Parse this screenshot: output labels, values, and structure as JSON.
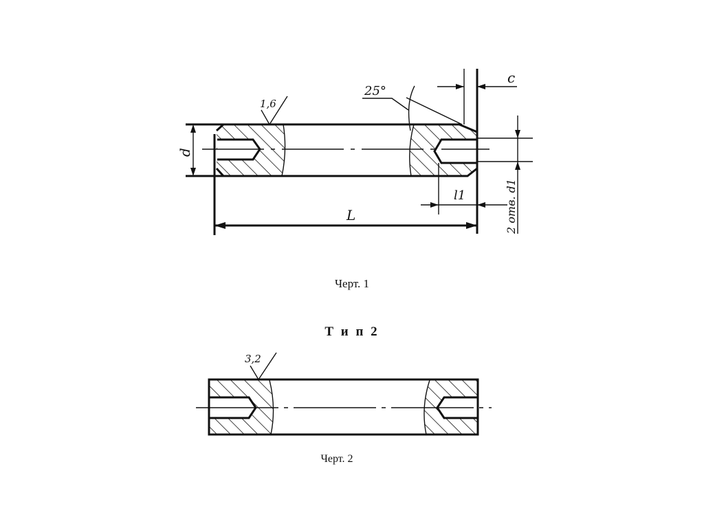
{
  "figure1": {
    "roughness": "1,6",
    "angle": "25°",
    "dim_c": "c",
    "dim_d": "d",
    "dim_L": "L",
    "dim_l1": "l1",
    "holes_note": "2 отв. d1",
    "caption": "Черт. 1"
  },
  "type_heading": "Т и п 2",
  "figure2": {
    "roughness": "3,2",
    "caption": "Черт. 2"
  }
}
